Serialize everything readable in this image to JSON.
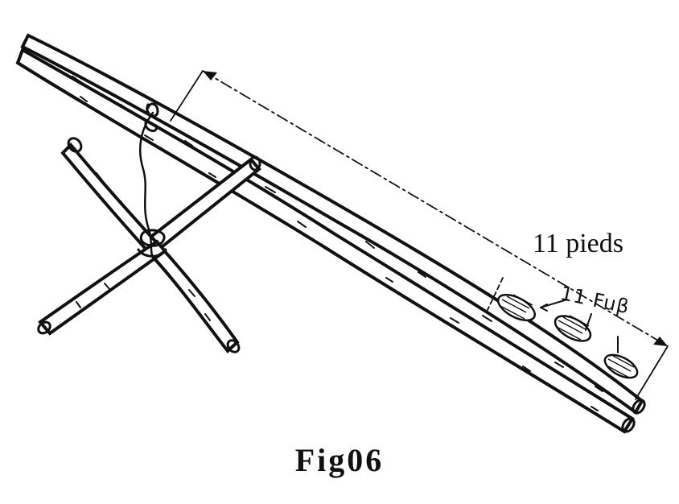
{
  "figure": {
    "measure_label": "11 pieds",
    "hand_label": "11 Fuβ",
    "caption": "Fig06"
  },
  "colors": {
    "ink": "#111111",
    "paper": "#ffffff"
  }
}
